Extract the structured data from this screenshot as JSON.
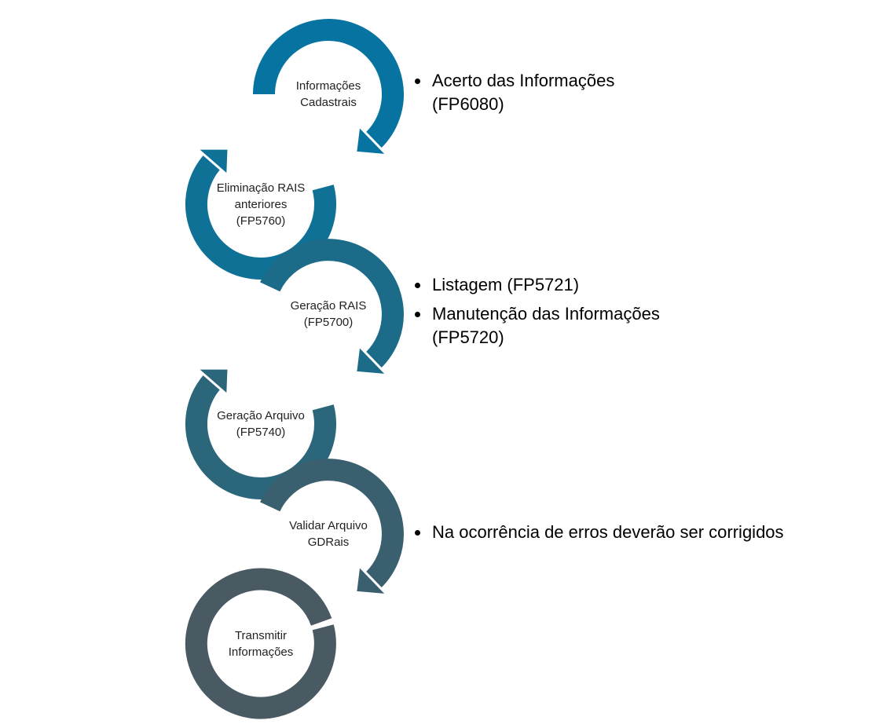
{
  "steps": [
    {
      "name": "step-informacoes-cadastrais",
      "lines": [
        "Informações",
        "Cadastrais"
      ],
      "color": "#0673a0"
    },
    {
      "name": "step-eliminacao-rais",
      "lines": [
        "Eliminação RAIS",
        "anteriores",
        "(FP5760)"
      ],
      "color": "#0f7196"
    },
    {
      "name": "step-geracao-rais",
      "lines": [
        "Geração RAIS",
        "(FP5700)"
      ],
      "color": "#1c6b88"
    },
    {
      "name": "step-geracao-arquivo",
      "lines": [
        "Geração Arquivo",
        "(FP5740)"
      ],
      "color": "#2b667b"
    },
    {
      "name": "step-validar-arquivo",
      "lines": [
        "Validar Arquivo",
        "GDRais"
      ],
      "color": "#3a5f6e"
    },
    {
      "name": "step-transmitir",
      "lines": [
        "Transmitir",
        "Informações"
      ],
      "color": "#4a5a62"
    }
  ],
  "notes": [
    {
      "name": "notes-cadastrais",
      "items": [
        "Acerto das Informações (FP6080)"
      ]
    },
    {
      "name": "notes-geracao-rais",
      "items": [
        "Listagem (FP5721)",
        "Manutenção das Informações (FP5720)"
      ]
    },
    {
      "name": "notes-validar",
      "items": [
        "Na ocorrência de erros deverão ser corrigidos"
      ]
    }
  ]
}
